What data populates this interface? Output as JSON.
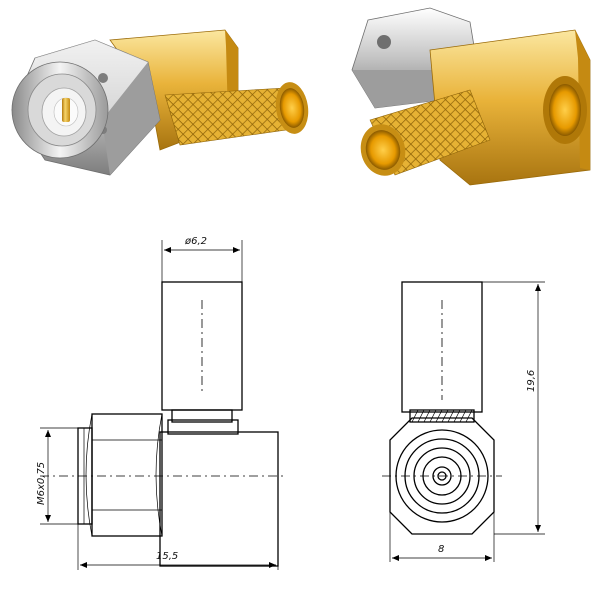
{
  "photos": {
    "left": {
      "description_icon": "connector-photo-front"
    },
    "right": {
      "description_icon": "connector-photo-back"
    }
  },
  "colors": {
    "gold_light": "#f6d774",
    "gold_mid": "#e2a51c",
    "gold_dark": "#9a6a08",
    "silver_light": "#f2f2f2",
    "silver_mid": "#b9b9b9",
    "silver_dark": "#6f6f6f",
    "line": "#000000"
  },
  "dimensions": {
    "diameter": "ø6,2",
    "thread": "M6x0,75",
    "length": "15,5",
    "height": "19,6",
    "width": "8"
  }
}
